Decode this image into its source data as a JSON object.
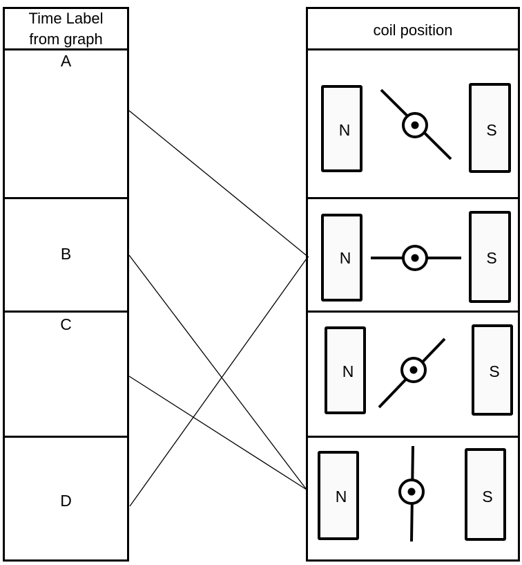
{
  "left_table": {
    "header": "Time Label from graph",
    "header_lines": [
      "Time Label",
      "from graph"
    ],
    "rows": [
      {
        "label": "A"
      },
      {
        "label": "B"
      },
      {
        "label": "C"
      },
      {
        "label": "D"
      }
    ]
  },
  "right_table": {
    "header": "coil position",
    "rows": [
      {
        "north": "N",
        "south": "S",
        "coil_orientation": "diagonal-down-right (-45°)"
      },
      {
        "north": "N",
        "south": "S",
        "coil_orientation": "horizontal (0°)"
      },
      {
        "north": "N",
        "south": "S",
        "coil_orientation": "diagonal-up-right (+45°)"
      },
      {
        "north": "N",
        "south": "S",
        "coil_orientation": "vertical (90°)"
      }
    ]
  },
  "connections": [
    {
      "from": "A",
      "to_row": 2
    },
    {
      "from": "B",
      "to_row": 4
    },
    {
      "from": "C",
      "to_row": 4
    },
    {
      "from": "D",
      "to_row": 2
    }
  ]
}
